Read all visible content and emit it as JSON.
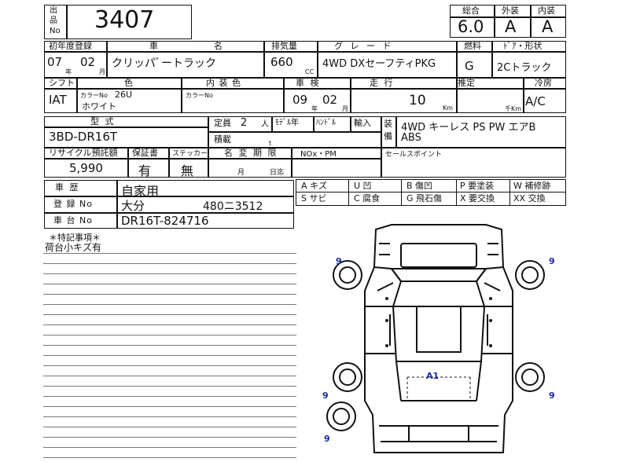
{
  "header": {
    "lot_label_1": "出",
    "lot_label_2": "品",
    "lot_label_3": "No",
    "lot_no": "3407",
    "grade_label": "総合",
    "ext_label": "外装",
    "int_label": "内装",
    "overall": "6.0",
    "exterior": "A",
    "interior": "A"
  },
  "row1": {
    "reg_label": "初年度登録",
    "name_label_1": "車",
    "name_label_2": "名",
    "disp_label": "排気量",
    "grade_label": "グ レ ー ド",
    "fuel_label": "燃料",
    "door_label": "ﾄﾞｱ・形状",
    "year": "07",
    "year_unit": "年",
    "month": "02",
    "month_unit": "月",
    "car_name": "クリッパﾞートラック",
    "displacement": "660",
    "cc": "CC",
    "grade": "4WD DXセーフティPKG",
    "fuel": "G",
    "door": "2Cトラック"
  },
  "row2": {
    "shift_label": "シフト",
    "color_label": "色",
    "interior_label": "内 装 色",
    "inspection_label": "車  検",
    "mileage_label": "走      行",
    "estimate_label": "推定",
    "ac_label": "冷房",
    "shift": "IAT",
    "color_no_label": "カラーNo",
    "color_no": "26U",
    "color": "ホワイト",
    "int_color_no_label": "カラーNo",
    "insp_year": "09",
    "insp_year_unit": "年",
    "insp_month": "02",
    "insp_month_unit": "月",
    "mileage": "10",
    "km_unit": "Km",
    "thousand_km": "千Km",
    "ac": "A/C"
  },
  "row3": {
    "model_label": "型      式",
    "capacity_label": "定員",
    "capacity": "2",
    "capacity_unit": "人",
    "model_year_label": "ﾓﾃﾞﾙ年",
    "handle_label": "ﾊﾝﾄﾞﾙ",
    "import_label": "輸入",
    "equip_label_1": "装",
    "equip_label_2": "備",
    "equipment_1": "4WD キーレス PS PW エアB",
    "equipment_2": "ABS",
    "model": "3BD-DR16T",
    "load_label": "積載",
    "load_unit": "t"
  },
  "row4": {
    "recycle_label": "リサイクル預託額",
    "warranty_label": "保証書",
    "sticker_label": "ステッカー",
    "name_change_label": "名 変 期 限",
    "nox_label": "NOx・PM",
    "sales_point_label": "セールスポイント",
    "recycle": "5,990",
    "warranty": "有",
    "sticker": "無",
    "nc_month": "月",
    "nc_day": "日迄"
  },
  "history": {
    "history_label": "車  歴",
    "history": "自家用",
    "reg_label": "登 録 No",
    "reg": "大分",
    "reg_number": "480ニ3512",
    "chassis_label": "車 台 No",
    "chassis": "DR16T-824716"
  },
  "legend": [
    [
      "A キズ",
      "U 凹",
      "B 傷凹",
      "P 要塗装",
      "W 補修跡"
    ],
    [
      "S サビ",
      "C 腐食",
      "G 飛石傷",
      "X 要交換",
      "XX 交換"
    ]
  ],
  "notes": {
    "title": "＊特記事項＊",
    "line1": "荷台小キズ有"
  },
  "diagram": {
    "tire_marks": [
      "9",
      "9",
      "9",
      "9",
      "9"
    ],
    "damage_mark": "A1"
  }
}
